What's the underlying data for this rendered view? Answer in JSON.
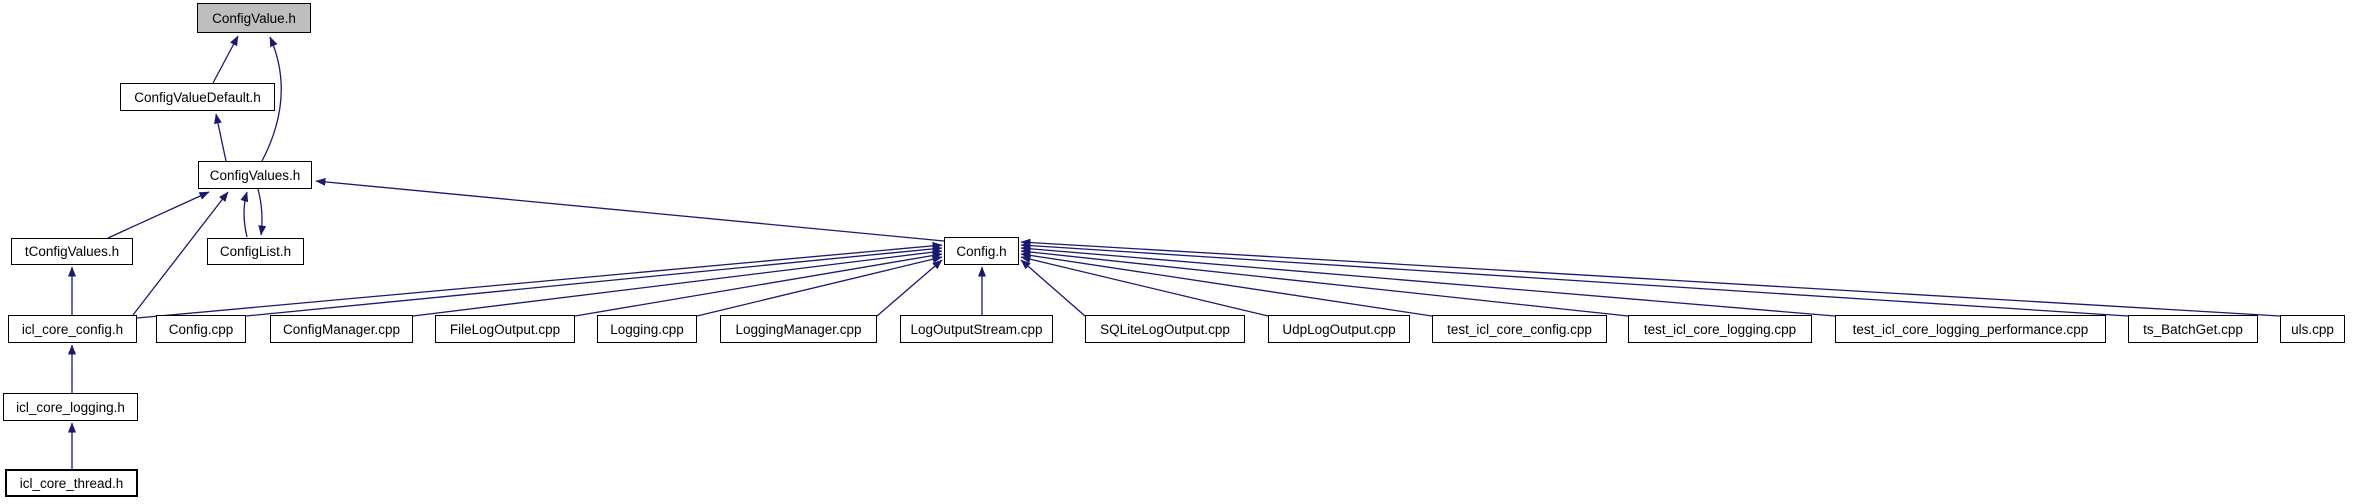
{
  "diagram": {
    "type": "include-dependency-graph",
    "root": "ConfigValue.h"
  },
  "colors": {
    "background": "#ffffff",
    "node_fill": "#ffffff",
    "node_border": "#000000",
    "selected_node_fill": "#bebebe",
    "edge": "#191970",
    "text": "#000000"
  },
  "nodes": [
    {
      "label": "ConfigValue.h",
      "selected": true
    },
    {
      "label": "ConfigValueDefault.h"
    },
    {
      "label": "ConfigValues.h"
    },
    {
      "label": "tConfigValues.h"
    },
    {
      "label": "ConfigList.h"
    },
    {
      "label": "Config.h"
    },
    {
      "label": "icl_core_config.h"
    },
    {
      "label": "Config.cpp"
    },
    {
      "label": "ConfigManager.cpp"
    },
    {
      "label": "FileLogOutput.cpp"
    },
    {
      "label": "Logging.cpp"
    },
    {
      "label": "LoggingManager.cpp"
    },
    {
      "label": "LogOutputStream.cpp"
    },
    {
      "label": "SQLiteLogOutput.cpp"
    },
    {
      "label": "UdpLogOutput.cpp"
    },
    {
      "label": "test_icl_core_config.cpp"
    },
    {
      "label": "test_icl_core_logging.cpp"
    },
    {
      "label": "test_icl_core_logging_performance.cpp"
    },
    {
      "label": "ts_BatchGet.cpp"
    },
    {
      "label": "uls.cpp"
    },
    {
      "label": "icl_core_logging.h"
    },
    {
      "label": "icl_core_thread.h"
    }
  ],
  "edges": [
    {
      "from": "ConfigValueDefault.h",
      "to": "ConfigValue.h"
    },
    {
      "from": "ConfigValues.h",
      "to": "ConfigValue.h"
    },
    {
      "from": "ConfigValues.h",
      "to": "ConfigValueDefault.h"
    },
    {
      "from": "tConfigValues.h",
      "to": "ConfigValues.h"
    },
    {
      "from": "icl_core_config.h",
      "to": "ConfigValues.h"
    },
    {
      "from": "ConfigList.h",
      "to": "ConfigValues.h"
    },
    {
      "from": "ConfigValues.h",
      "to": "ConfigList.h"
    },
    {
      "from": "Config.h",
      "to": "ConfigValues.h"
    },
    {
      "from": "icl_core_config.h",
      "to": "Config.h"
    },
    {
      "from": "Config.cpp",
      "to": "Config.h"
    },
    {
      "from": "ConfigManager.cpp",
      "to": "Config.h"
    },
    {
      "from": "FileLogOutput.cpp",
      "to": "Config.h"
    },
    {
      "from": "Logging.cpp",
      "to": "Config.h"
    },
    {
      "from": "LoggingManager.cpp",
      "to": "Config.h"
    },
    {
      "from": "LogOutputStream.cpp",
      "to": "Config.h"
    },
    {
      "from": "SQLiteLogOutput.cpp",
      "to": "Config.h"
    },
    {
      "from": "UdpLogOutput.cpp",
      "to": "Config.h"
    },
    {
      "from": "test_icl_core_config.cpp",
      "to": "Config.h"
    },
    {
      "from": "test_icl_core_logging.cpp",
      "to": "Config.h"
    },
    {
      "from": "test_icl_core_logging_performance.cpp",
      "to": "Config.h"
    },
    {
      "from": "ts_BatchGet.cpp",
      "to": "Config.h"
    },
    {
      "from": "uls.cpp",
      "to": "Config.h"
    },
    {
      "from": "icl_core_config.h",
      "to": "tConfigValues.h"
    },
    {
      "from": "icl_core_logging.h",
      "to": "icl_core_config.h"
    },
    {
      "from": "icl_core_thread.h",
      "to": "icl_core_logging.h"
    }
  ]
}
